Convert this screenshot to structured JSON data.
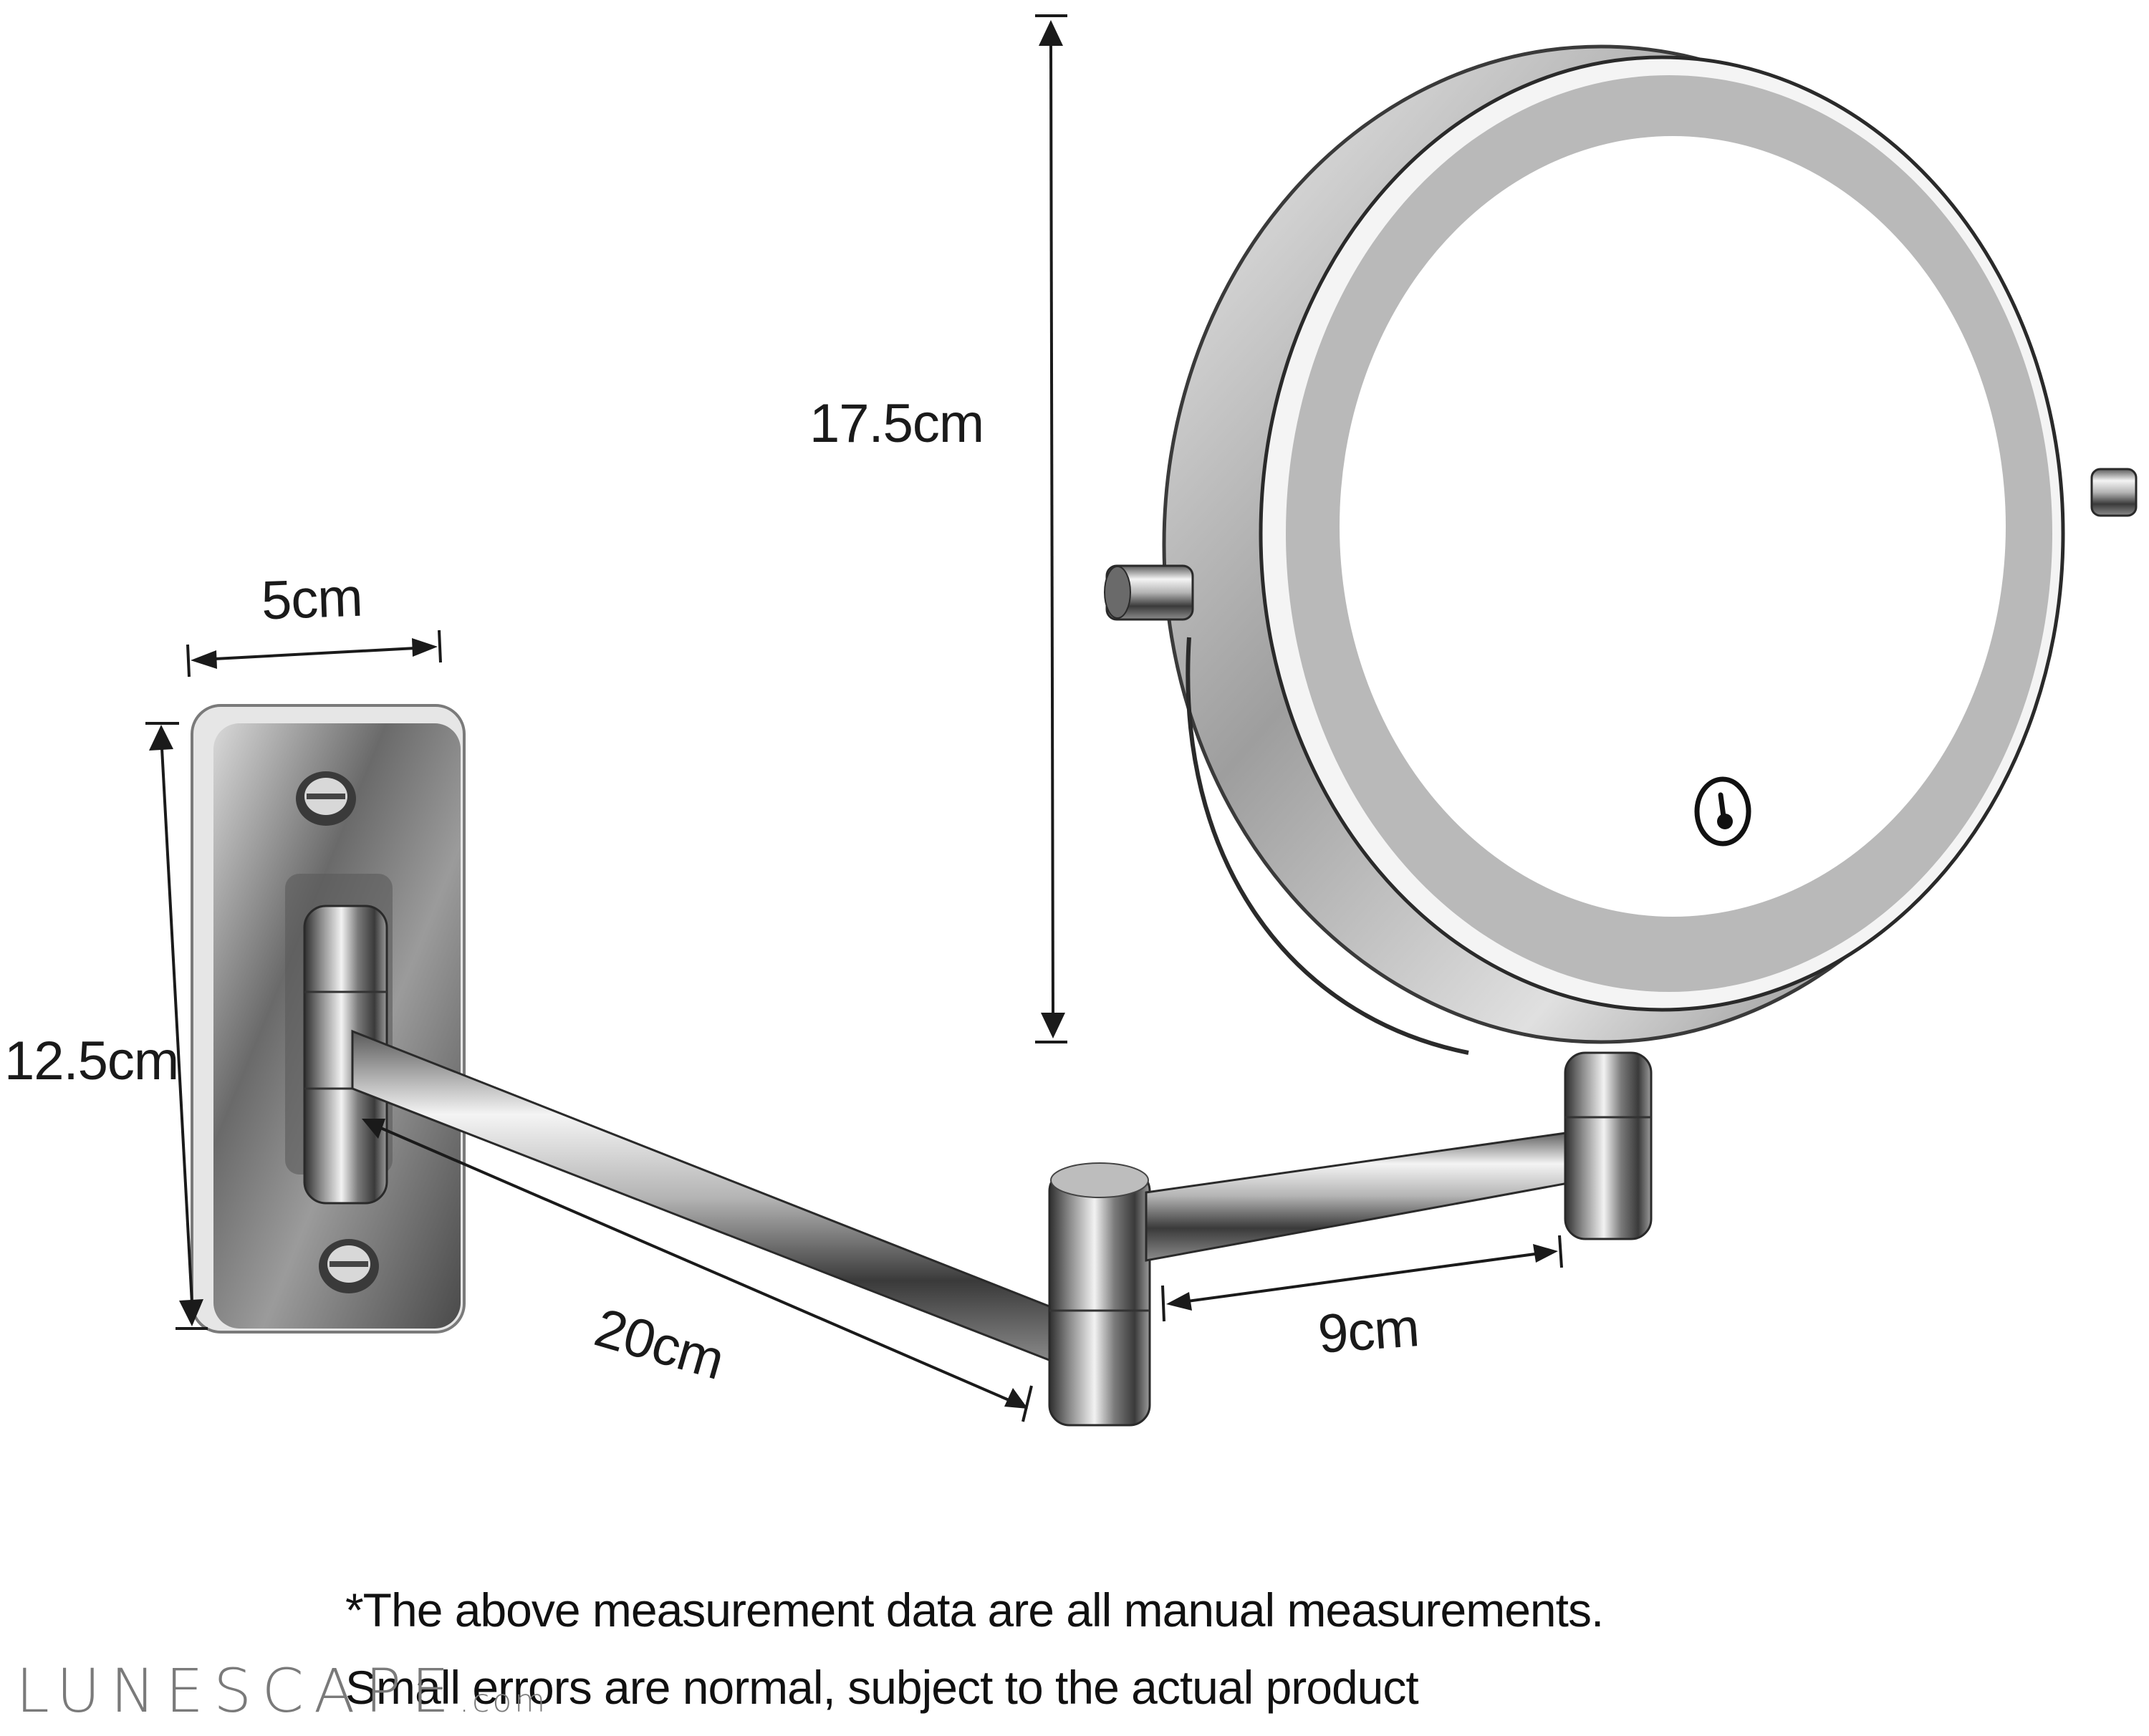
{
  "product": {
    "name": "Wall-mounted LED makeup mirror with folding arm",
    "colors": {
      "chrome_dark": "#3c3c3c",
      "chrome_mid": "#9a9a9a",
      "chrome_light": "#e8e8e8",
      "led_ring": "#b9b9b9",
      "mirror_glass": "#ffffff",
      "dimension_line": "#1a1a1a"
    }
  },
  "dimensions": {
    "mirror_height": "17.5cm",
    "base_width": "5cm",
    "base_height": "12.5cm",
    "long_arm": "20cm",
    "short_arm": "9cm"
  },
  "icons": {
    "touch_switch": "touch-power-icon"
  },
  "notes": {
    "line1": "*The above measurement data are all manual measurements.",
    "line2": "Small errors are normal, subject to the actual product"
  },
  "watermark": {
    "brand": "LUNESCAPE",
    "suffix": ".com"
  }
}
